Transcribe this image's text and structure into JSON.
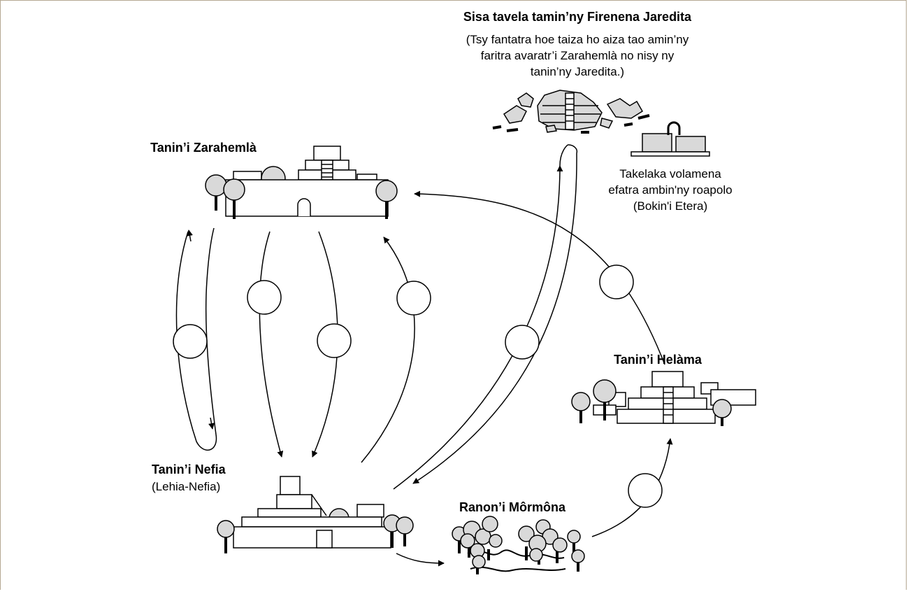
{
  "jaredite": {
    "title": "Sisa tavela tamin’ny Firenena Jaredita",
    "note_line1": "(Tsy fantatra hoe taiza ho aiza tao amin’ny",
    "note_line2": "faritra avaratr’i Zarahemlà no nisy ny",
    "note_line3": "tanin’ny Jaredita.)"
  },
  "plates": {
    "line1": "Takelaka volamena",
    "line2": "efatra ambin'ny roapolo",
    "line3": "(Bokin'i Etera)"
  },
  "zarahemla": {
    "title": "Tanin’i Zarahemlà"
  },
  "nephi": {
    "title": "Tanin’i Nefia",
    "subtitle": "(Lehia-Nefia)"
  },
  "helam": {
    "title": "Tanin’i Helàma"
  },
  "mormon": {
    "title": "Ranon’i Môrmôna"
  },
  "colors": {
    "stroke": "#000000",
    "fill": "#d9d9d9",
    "frame": "#b5a892"
  }
}
